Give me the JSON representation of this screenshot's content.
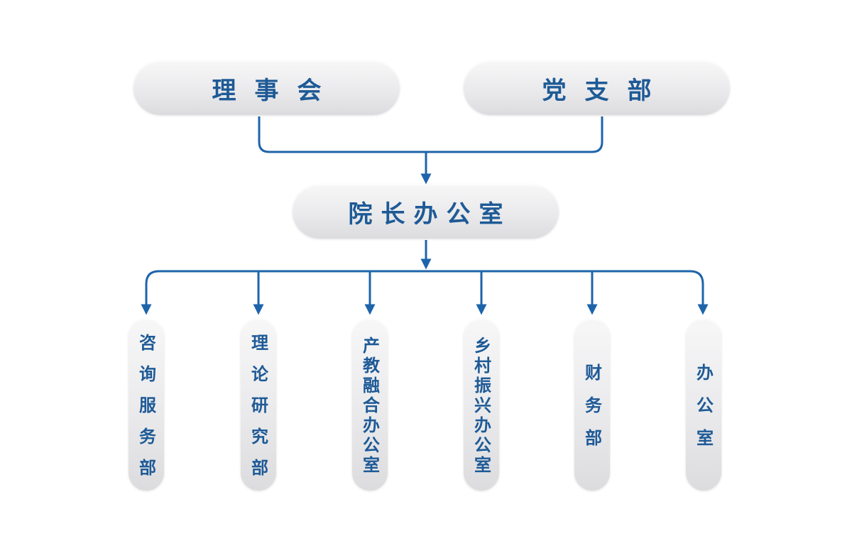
{
  "board": {
    "label": "理事会"
  },
  "party_branch": {
    "label": "党支部"
  },
  "president_office": {
    "label": "院长办公室"
  },
  "departments": [
    {
      "label": "咨询服务部"
    },
    {
      "label": "理论研究部"
    },
    {
      "label": "产教融合办公室"
    },
    {
      "label": "乡村振兴办公室"
    },
    {
      "label": "财务部"
    },
    {
      "label": "办公室"
    }
  ],
  "colors": {
    "line": "#1e64aa",
    "text": "#1e5a96",
    "node_fill": "#e8e8ea"
  }
}
